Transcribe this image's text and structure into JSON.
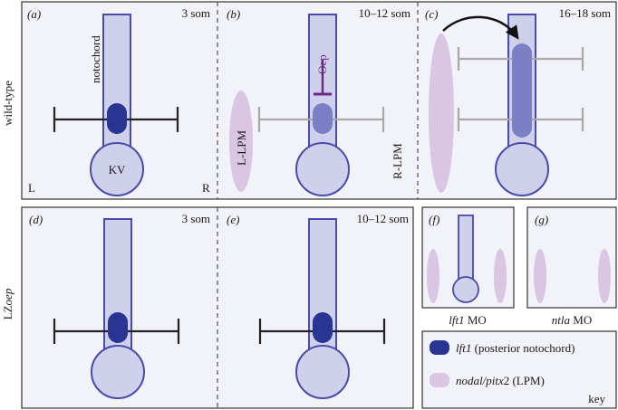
{
  "rows": {
    "top": "wild-type",
    "bottom_prefix": "LZ",
    "bottom_italic": "oep"
  },
  "panels": {
    "a": {
      "letter": "a",
      "stage": "3 som",
      "notochord_label": "notochord",
      "kv_label": "KV",
      "left_label": "L",
      "right_label": "R"
    },
    "b": {
      "letter": "b",
      "stage": "10–12 som",
      "oep_label": "Oep",
      "l_lpm_label": "L-LPM",
      "r_lpm_label": "R-LPM"
    },
    "c": {
      "letter": "c",
      "stage": "16–18 som"
    },
    "d": {
      "letter": "d",
      "stage": "3 som"
    },
    "e": {
      "letter": "e",
      "stage": "10–12 som"
    },
    "f": {
      "letter": "f",
      "caption_italic": "lft1",
      "caption_rest": " MO"
    },
    "g": {
      "letter": "g",
      "caption_italic": "ntla",
      "caption_rest": " MO"
    }
  },
  "key": {
    "title": "key",
    "items": [
      {
        "italic": "lft1",
        "rest": " (posterior notochord)",
        "color": "#283593"
      },
      {
        "italic": "nodal/pitx",
        "rest": "2 (LPM)",
        "color": "#d9c6e2"
      }
    ]
  },
  "colors": {
    "panel_bg": "#f2f2f9",
    "border": "#333333",
    "notochord_fill": "#cfd1ec",
    "notochord_stroke": "#4a4aa8",
    "lft1": "#283593",
    "lft1_weak": "#7b80c4",
    "lpm": "#d9c6e2",
    "bar_dark": "#222222",
    "bar_grey": "#a8a8a8",
    "oep": "#6b2a82"
  }
}
